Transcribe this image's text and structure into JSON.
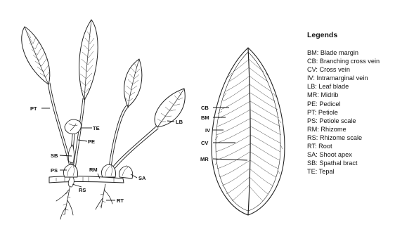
{
  "legend": {
    "title": "Legends",
    "items": [
      "BM: Blade margin",
      "CB: Branching cross vein",
      "CV: Cross vein",
      "IV: Intramarginal vein",
      "LB: Leaf blade",
      "MR: Midrib",
      "PE: Pedicel",
      "PT: Petiole",
      "PS: Petiole scale",
      "RM: Rhizome",
      "RS: Rhizome scale",
      "RT: Root",
      "SA: Shoot apex",
      "SB: Spathal bract",
      "TE: Tepal"
    ]
  },
  "plant_labels": {
    "pt": "PT",
    "te": "TE",
    "pe": "PE",
    "sb": "SB",
    "ps": "PS",
    "rm": "RM",
    "rs": "RS",
    "sa": "SA",
    "rt": "RT",
    "lb": "LB"
  },
  "leaf_labels": {
    "cb": "CB",
    "bm": "BM",
    "iv": "IV",
    "cv": "CV",
    "mr": "MR"
  }
}
